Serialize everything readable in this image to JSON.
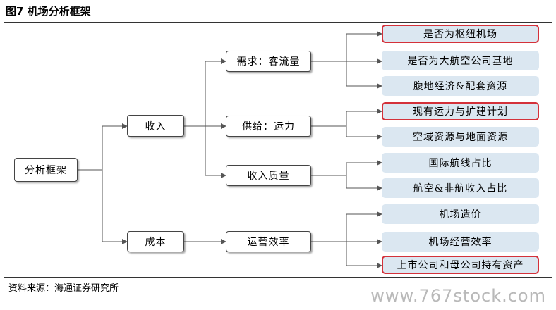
{
  "title": "图7  机场分析框架",
  "root": "分析框架",
  "level1": {
    "income": "收入",
    "cost": "成本"
  },
  "level2": {
    "demand": "需求：客流量",
    "supply": "供给：运力",
    "quality": "收入质量",
    "efficiency": "运营效率"
  },
  "leaves": [
    {
      "label": "是否为枢纽机场",
      "highlight": true
    },
    {
      "label": "是否为大航空公司基地",
      "highlight": false
    },
    {
      "label": "腹地经济&配套资源",
      "highlight": false
    },
    {
      "label": "现有运力与扩建计划",
      "highlight": true
    },
    {
      "label": "空域资源与地面资源",
      "highlight": false
    },
    {
      "label": "国际航线占比",
      "highlight": false
    },
    {
      "label": "航空&非航收入占比",
      "highlight": false
    },
    {
      "label": "机场造价",
      "highlight": false
    },
    {
      "label": "机场经营效率",
      "highlight": false
    },
    {
      "label": "上市公司和母公司持有资产",
      "highlight": true
    }
  ],
  "source": "资料来源：海通证券研究所",
  "watermark": "www.767stock.com",
  "colors": {
    "leaf_fill": "#dbe7f1",
    "highlight_border": "#d4313a",
    "line": "#555555"
  }
}
